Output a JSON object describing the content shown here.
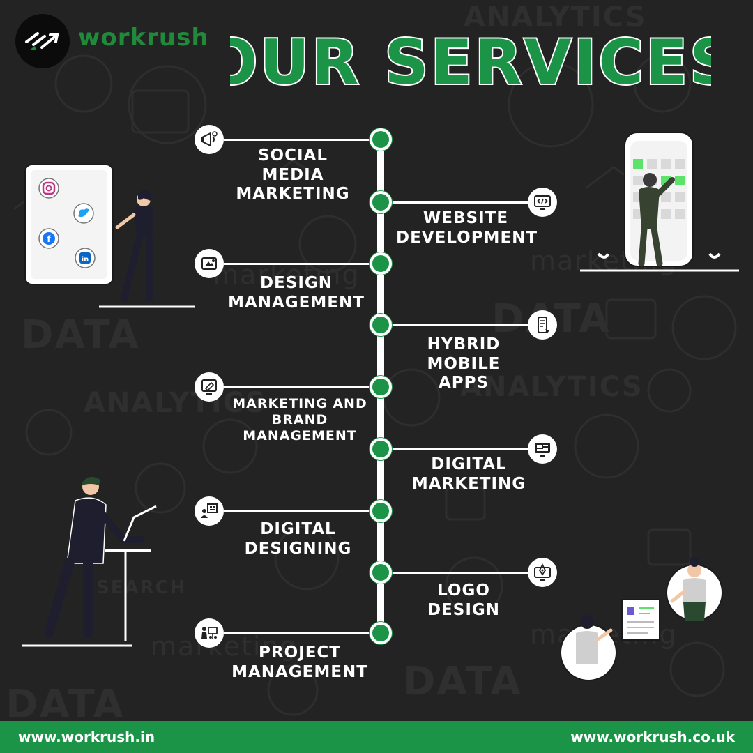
{
  "brand": {
    "name": "workrush",
    "color": "#1f8a3a"
  },
  "title": "OUR SERVICES",
  "colors": {
    "background": "#232323",
    "accent": "#1b9447",
    "line": "#ffffff"
  },
  "background_words": {
    "analytics": "ANALYTICS",
    "data": "DATA",
    "marketing": "marketing",
    "search": "SEARCH"
  },
  "services": [
    {
      "side": "left",
      "icon": "megaphone-icon",
      "lines": [
        "SOCIAL",
        "MEDIA",
        "MARKETING"
      ]
    },
    {
      "side": "right",
      "icon": "code-monitor-icon",
      "lines": [
        "WEBSITE",
        "DEVELOPMENT"
      ]
    },
    {
      "side": "left",
      "icon": "design-tools-icon",
      "lines": [
        "DESIGN",
        "MANAGEMENT"
      ]
    },
    {
      "side": "right",
      "icon": "mobile-app-icon",
      "lines": [
        "HYBRID",
        "MOBILE APPS"
      ]
    },
    {
      "side": "left",
      "icon": "brand-badge-icon",
      "lines": [
        "MARKETING AND",
        "BRAND",
        "MANAGEMENT"
      ]
    },
    {
      "side": "right",
      "icon": "dashboard-monitor-icon",
      "lines": [
        "DIGITAL",
        "MARKETING"
      ]
    },
    {
      "side": "left",
      "icon": "designer-board-icon",
      "lines": [
        "DIGITAL",
        "DESIGNING"
      ]
    },
    {
      "side": "right",
      "icon": "logo-pen-icon",
      "lines": [
        "LOGO",
        "DESIGN"
      ]
    },
    {
      "side": "left",
      "icon": "team-presentation-icon",
      "lines": [
        "PROJECT",
        "MANAGEMENT"
      ]
    }
  ],
  "footer": {
    "left": "www.workrush.in",
    "right": "www.workrush.co.uk"
  }
}
